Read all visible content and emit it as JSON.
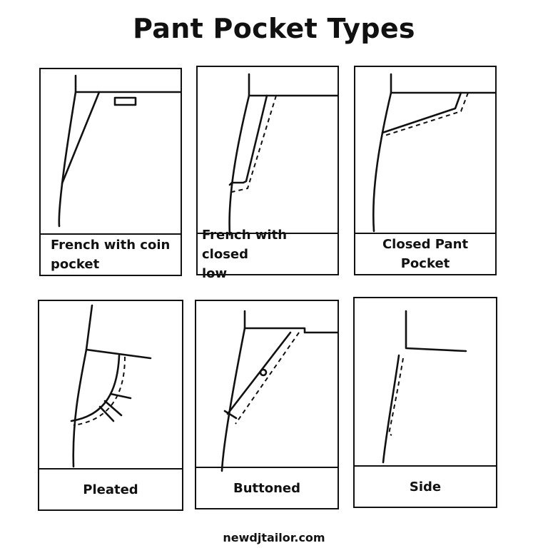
{
  "title": "Pant Pocket Types",
  "footer": "newdjtailor.com",
  "pockets": [
    {
      "label": "French with coin\npocket"
    },
    {
      "label": "French with closed\nlow"
    },
    {
      "label": "Closed Pant\nPocket"
    },
    {
      "label": "Pleated"
    },
    {
      "label": "Buttoned"
    },
    {
      "label": "Side"
    }
  ]
}
